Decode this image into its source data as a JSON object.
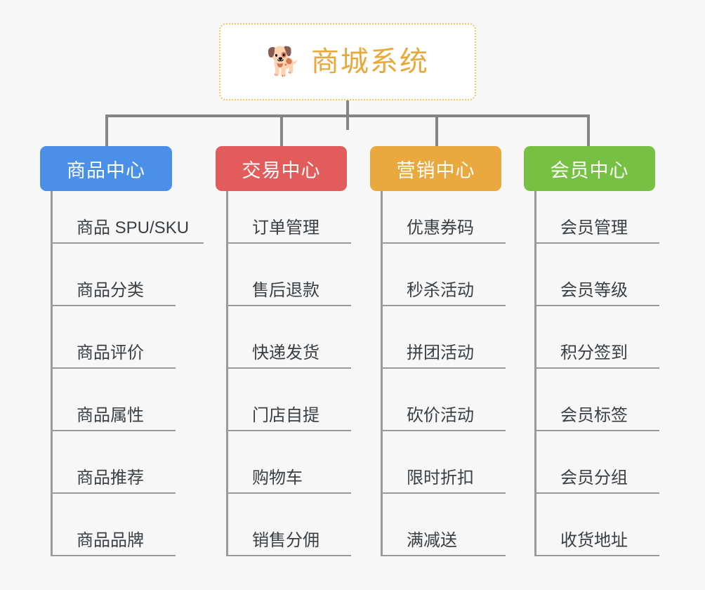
{
  "root": {
    "icon": "shiba-dog-emoji",
    "icon_glyph": "🐕",
    "title": "商城系统",
    "title_color": "#e8a93c",
    "border_color": "#f2c46a"
  },
  "connector_color": "#858585",
  "background_color": "#f7f7f7",
  "branches": [
    {
      "label": "商品中心",
      "color": "#4a90e8",
      "items": [
        "商品 SPU/SKU",
        "商品分类",
        "商品评价",
        "商品属性",
        "商品推荐",
        "商品品牌"
      ]
    },
    {
      "label": "交易中心",
      "color": "#e25c5c",
      "items": [
        "订单管理",
        "售后退款",
        "快递发货",
        "门店自提",
        "购物车",
        "销售分佣"
      ]
    },
    {
      "label": "营销中心",
      "color": "#eaa93e",
      "items": [
        "优惠券码",
        "秒杀活动",
        "拼团活动",
        "砍价活动",
        "限时折扣",
        "满减送"
      ]
    },
    {
      "label": "会员中心",
      "color": "#76c044",
      "items": [
        "会员管理",
        "会员等级",
        "积分签到",
        "会员标签",
        "会员分组",
        "收货地址"
      ]
    }
  ]
}
